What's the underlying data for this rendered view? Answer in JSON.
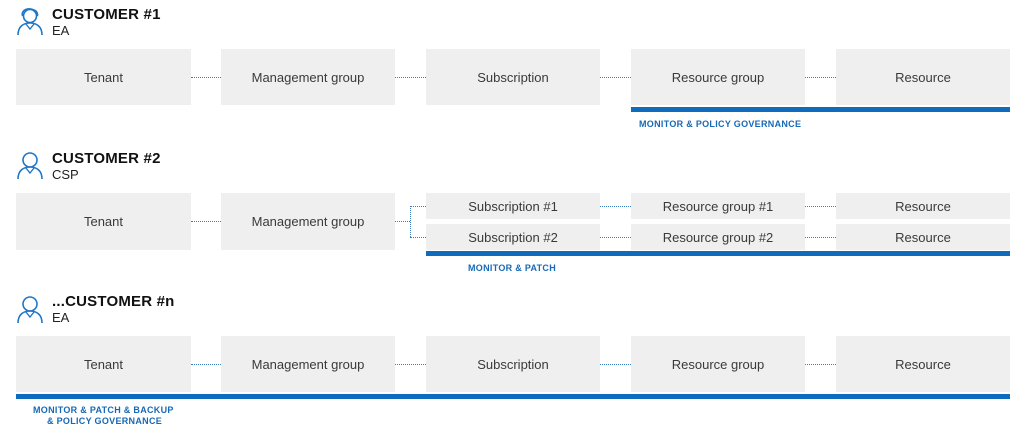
{
  "customer1": {
    "title": "CUSTOMER #1",
    "subtitle": "EA",
    "boxes": [
      "Tenant",
      "Management group",
      "Subscription",
      "Resource group",
      "Resource"
    ],
    "scope_label": "MONITOR & POLICY GOVERNANCE"
  },
  "customer2": {
    "title": "CUSTOMER #2",
    "subtitle": "CSP",
    "tenant": "Tenant",
    "management_group": "Management group",
    "rows": [
      {
        "subscription": "Subscription #1",
        "resource_group": "Resource group #1",
        "resource": "Resource"
      },
      {
        "subscription": "Subscription #2",
        "resource_group": "Resource group #2",
        "resource": "Resource"
      }
    ],
    "scope_label": "MONITOR & PATCH"
  },
  "customerN": {
    "title": "...CUSTOMER #n",
    "subtitle": "EA",
    "boxes": [
      "Tenant",
      "Management group",
      "Subscription",
      "Resource group",
      "Resource"
    ],
    "scope_label_line1": "MONITOR & PATCH & BACKUP",
    "scope_label_line2": "& POLICY GOVERNANCE"
  },
  "colors": {
    "accent": "#0f6cbd",
    "box": "#efefef",
    "icon": "#1f77c8"
  },
  "icons": [
    "person-icon-female",
    "person-icon",
    "person-icon"
  ]
}
